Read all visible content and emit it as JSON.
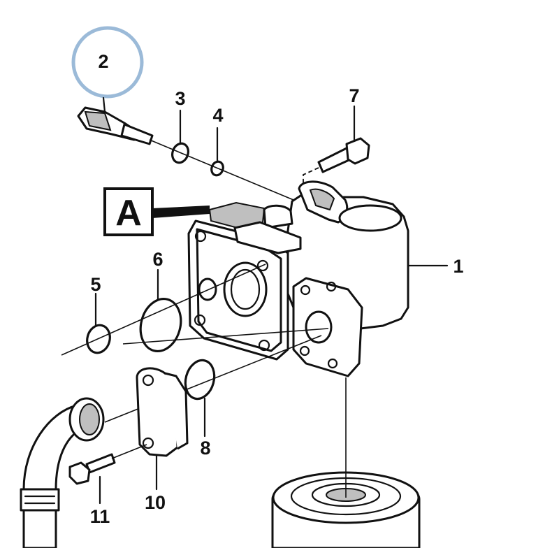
{
  "callouts": {
    "c1": "1",
    "c2": "2",
    "c3": "3",
    "c4": "4",
    "c5": "5",
    "c6": "6",
    "c7": "7",
    "c8": "8",
    "c10": "10",
    "c11": "11",
    "detail": "A"
  },
  "colors": {
    "highlight_circle": "#9bbad8",
    "line": "#111111"
  }
}
